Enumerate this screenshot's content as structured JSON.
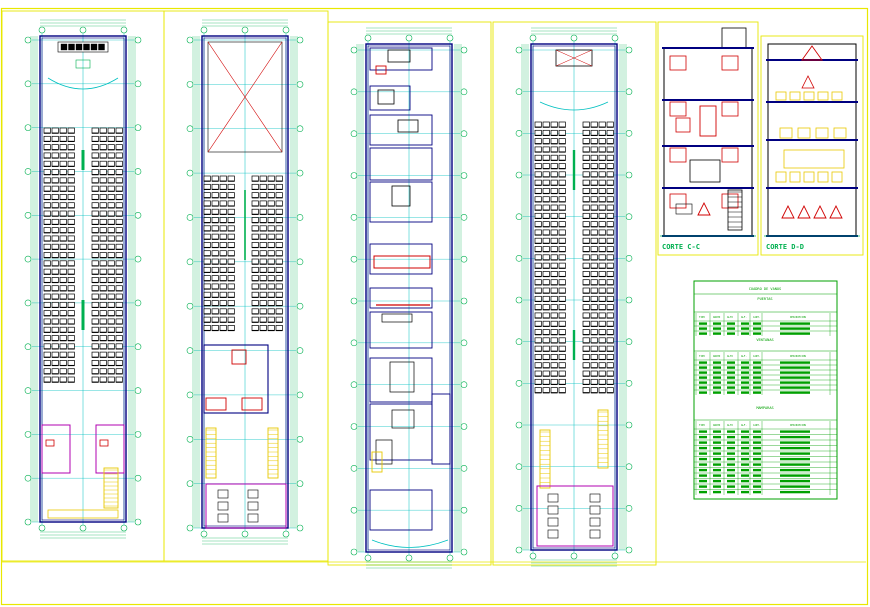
{
  "sheet": {
    "colors": {
      "background": "#ffffff",
      "frame": "#e8e800",
      "wall": "#000080",
      "grid": "#00c0c0",
      "dimension": "#00b050",
      "furniture": "#000000",
      "accent_red": "#d00000",
      "accent_yellow": "#e8c800",
      "accent_magenta": "#b000b0",
      "table_green": "#00a000"
    }
  },
  "section_c": {
    "title": "CORTE C-C"
  },
  "section_d": {
    "title": "CORTE D-D"
  },
  "schedule": {
    "title": "CUADRO DE VANOS",
    "puertas": "PUERTAS",
    "ventanas": "VENTANAS",
    "mamparas": "MAMPARAS",
    "headers": [
      "TIPO",
      "ANCHO",
      "ALTO",
      "ALF.",
      "CANT.",
      "DESCRIPCION"
    ]
  }
}
